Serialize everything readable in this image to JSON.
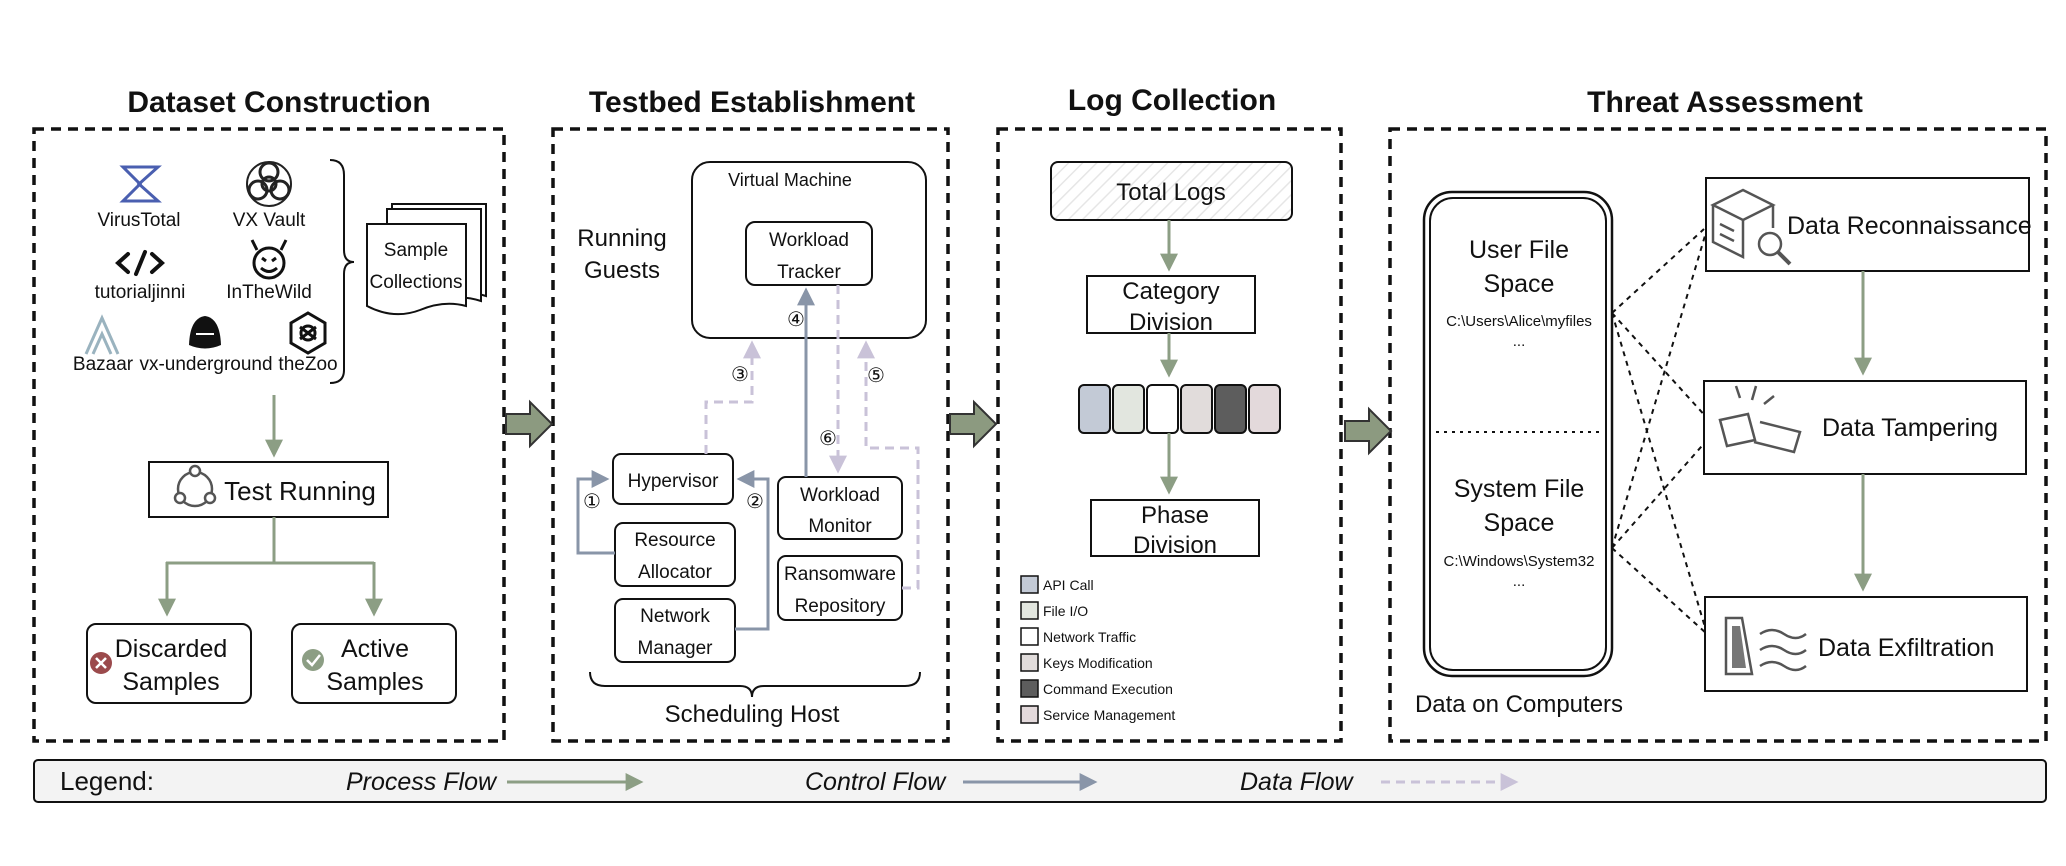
{
  "sections": {
    "dataset": {
      "title": "Dataset Construction",
      "sources": [
        "VirusTotal",
        "VX Vault",
        "tutorialjinni",
        "InTheWild",
        "Bazaar",
        "vx-underground",
        "theZoo"
      ],
      "sample_collections": [
        "Sample",
        "Collections"
      ],
      "test_running": "Test Running",
      "discarded": [
        "Discarded",
        "Samples"
      ],
      "active": [
        "Active",
        "Samples"
      ]
    },
    "testbed": {
      "title": "Testbed Establishment",
      "virtual_machine": "Virtual Machine",
      "workload_tracker": [
        "Workload",
        "Tracker"
      ],
      "running_guests": [
        "Running",
        "Guests"
      ],
      "hypervisor": "Hypervisor",
      "resource_allocator": [
        "Resource",
        "Allocator"
      ],
      "network_manager": [
        "Network",
        "Manager"
      ],
      "workload_monitor": [
        "Workload",
        "Monitor"
      ],
      "ransomware_repository": [
        "Ransomware",
        "Repository"
      ],
      "scheduling_host": "Scheduling Host",
      "steps": [
        "①",
        "②",
        "③",
        "④",
        "⑤",
        "⑥"
      ]
    },
    "logs": {
      "title": "Log Collection",
      "total_logs": "Total Logs",
      "category_division": [
        "Category",
        "Division"
      ],
      "phase_division": [
        "Phase",
        "Division"
      ],
      "categories": [
        {
          "label": "API Call",
          "color": "#c3cad6"
        },
        {
          "label": "File I/O",
          "color": "#e2e6df"
        },
        {
          "label": "Network Traffic",
          "color": "#ffffff"
        },
        {
          "label": "Keys Modification",
          "color": "#e1dcdb"
        },
        {
          "label": "Command Execution",
          "color": "#5d5d5d"
        },
        {
          "label": "Service Management",
          "color": "#e3d9db"
        }
      ]
    },
    "threat": {
      "title": "Threat Assessment",
      "user_space": [
        "User File",
        "Space"
      ],
      "user_path": "C:\\Users\\Alice\\myfiles",
      "system_space": [
        "System File",
        "Space"
      ],
      "system_path": "C:\\Windows\\System32",
      "ellipsis": "...",
      "data_on_computers": "Data on Computers",
      "reconnaissance": "Data Reconnaissance",
      "tampering": "Data Tampering",
      "exfiltration": "Data Exfiltration"
    }
  },
  "legend": {
    "label": "Legend:",
    "process": "Process Flow",
    "control": "Control Flow",
    "data": "Data Flow"
  },
  "colors": {
    "process_flow": "#8c9e84",
    "control_flow": "#8995a8",
    "data_flow": "#c9c2d8",
    "stage_arrow": "#8c9a80",
    "legend_bg": "#f3f3f3"
  }
}
